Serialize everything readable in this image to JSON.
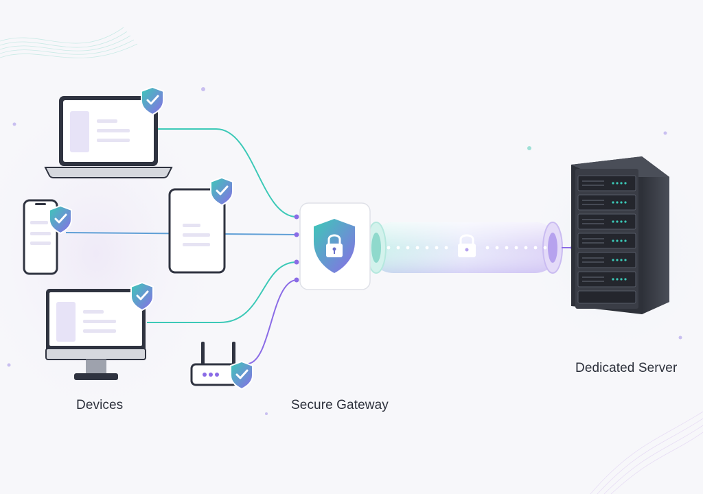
{
  "labels": {
    "devices": "Devices",
    "gateway": "Secure Gateway",
    "server": "Dedicated Server"
  },
  "colors": {
    "background": "#f7f7fa",
    "teal": "#3cc9b7",
    "purple": "#8a6be6",
    "device_frame": "#2f3340",
    "server_body": "#3a3d46",
    "led": "#3cc9b7"
  },
  "icons": {
    "device_badge": "shield-check-icon",
    "gateway": "shield-lock-icon",
    "tunnel": "padlock-icon"
  }
}
